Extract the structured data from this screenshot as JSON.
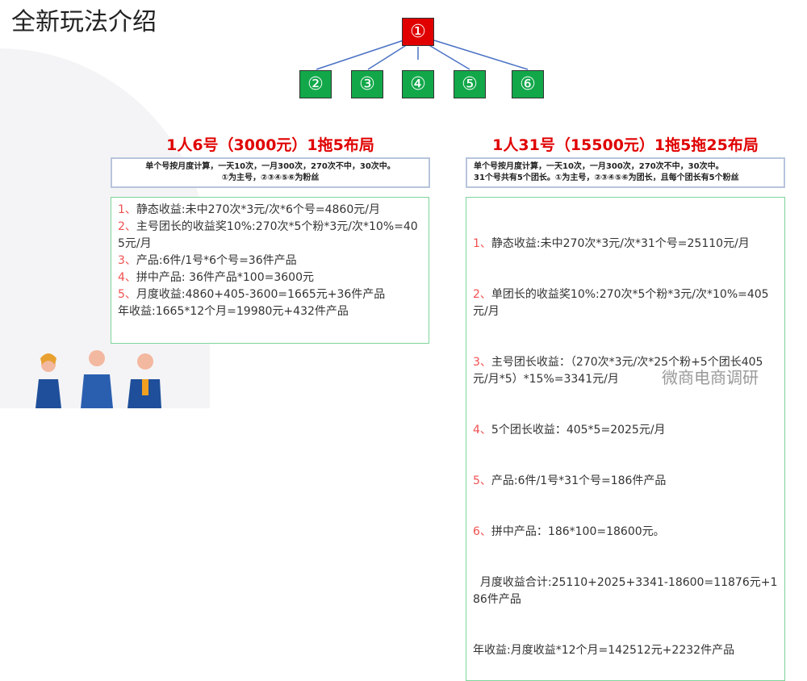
{
  "title": "全新玩法介绍",
  "tree": {
    "root": "①",
    "children": [
      "②",
      "③",
      "④",
      "⑤",
      "⑥"
    ]
  },
  "left": {
    "heading": "1人6号（3000元）1拖5布局",
    "note": [
      "单个号按月度计算，一天10次，一月300次，270次不中，30次中。",
      "①为主号，②③④⑤⑥为粉丝"
    ],
    "lines": [
      {
        "n": "1、",
        "t": "静态收益:未中270次*3元/次*6个号=4860元/月"
      },
      {
        "n": "2、",
        "t": "主号团长的收益奖10%:270次*5个粉*3元/次*10%=405元/月"
      },
      {
        "n": "3、",
        "t": "产品:6件/1号*6个号=36件产品"
      },
      {
        "n": "4、",
        "t": "拼中产品: 36件产品*100=3600元"
      },
      {
        "n": "5、",
        "t": "月度收益:4860+405-3600=1665元+36件产品"
      },
      {
        "n": "",
        "t": "年收益:1665*12个月=19980元+432件产品"
      }
    ]
  },
  "right": {
    "heading": "1人31号（15500元）1拖5拖25布局",
    "note": [
      "单个号按月度计算，一天10次，一月300次，270次不中，30次中。",
      "31个号共有5个团长。①为主号，②③④⑤⑥为团长，且每个团长有5个粉丝"
    ],
    "lines": [
      {
        "n": "1、",
        "t": "静态收益:未中270次*3元/次*31个号=25110元/月"
      },
      {
        "n": "2、",
        "t": "单团长的收益奖10%:270次*5个粉*3元/次*10%=405元/月"
      },
      {
        "n": "3、",
        "t": "主号团长收益：（270次*3元/次*25个粉+5个团长405元/月*5）*15%=3341元/月"
      },
      {
        "n": "4、",
        "t": "5个团长收益：405*5=2025元/月"
      },
      {
        "n": "5、",
        "t": "产品:6件/1号*31个号=186件产品"
      },
      {
        "n": "6、",
        "t": "拼中产品：186*100=18600元。"
      },
      {
        "n": "",
        "t": "  月度收益合计:25110+2025+3341-18600=11876元+186件产品"
      },
      {
        "n": "",
        "t": "年收益:月度收益*12个月=142512元+2232件产品"
      }
    ]
  },
  "watermark": "微商电商调研"
}
